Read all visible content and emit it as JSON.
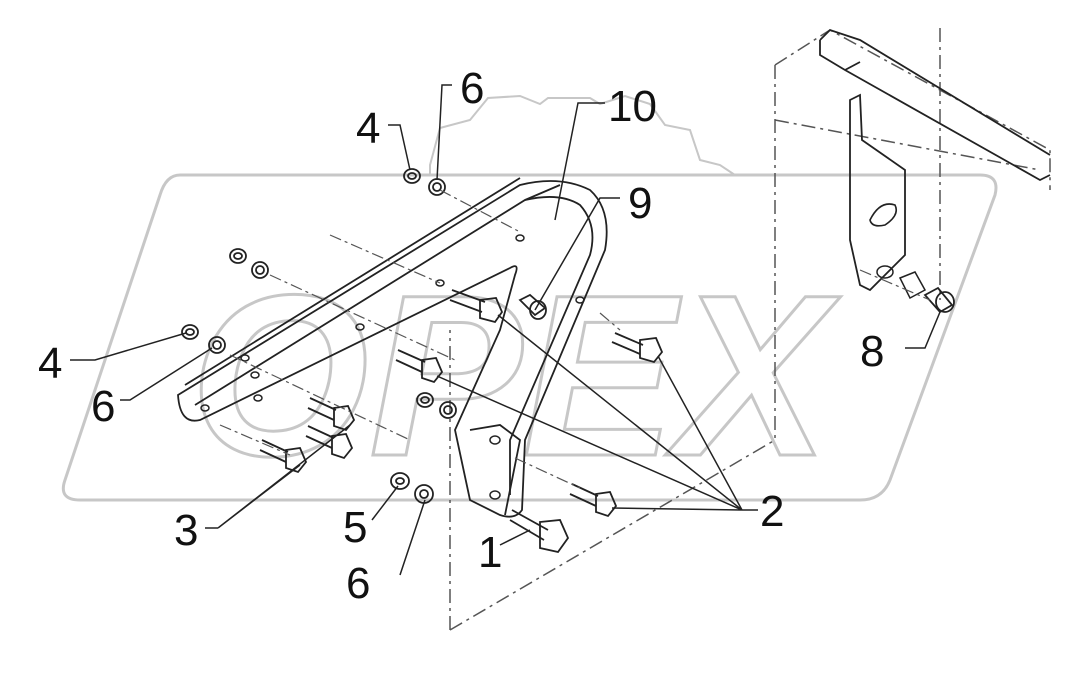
{
  "watermark": "OPEX",
  "callouts": [
    {
      "id": "label-1",
      "text": "1"
    },
    {
      "id": "label-2",
      "text": "2"
    },
    {
      "id": "label-3",
      "text": "3"
    },
    {
      "id": "label-4-top",
      "text": "4"
    },
    {
      "id": "label-4-left",
      "text": "4"
    },
    {
      "id": "label-5",
      "text": "5"
    },
    {
      "id": "label-6-top",
      "text": "6"
    },
    {
      "id": "label-6-left",
      "text": "6"
    },
    {
      "id": "label-6-bottom",
      "text": "6"
    },
    {
      "id": "label-8",
      "text": "8"
    },
    {
      "id": "label-9",
      "text": "9"
    },
    {
      "id": "label-10",
      "text": "10"
    }
  ],
  "colors": {
    "line": "#222222",
    "watermark": "#c7c7c7",
    "dash": "#555555"
  }
}
